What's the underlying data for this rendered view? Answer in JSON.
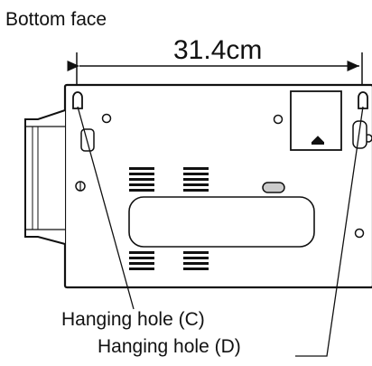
{
  "title": "Bottom face",
  "dimension": "31.4cm",
  "labels": {
    "hole_c": "Hanging hole (C)",
    "hole_d": "Hanging hole (D)"
  },
  "colors": {
    "line": "#111111",
    "background": "#ffffff"
  }
}
